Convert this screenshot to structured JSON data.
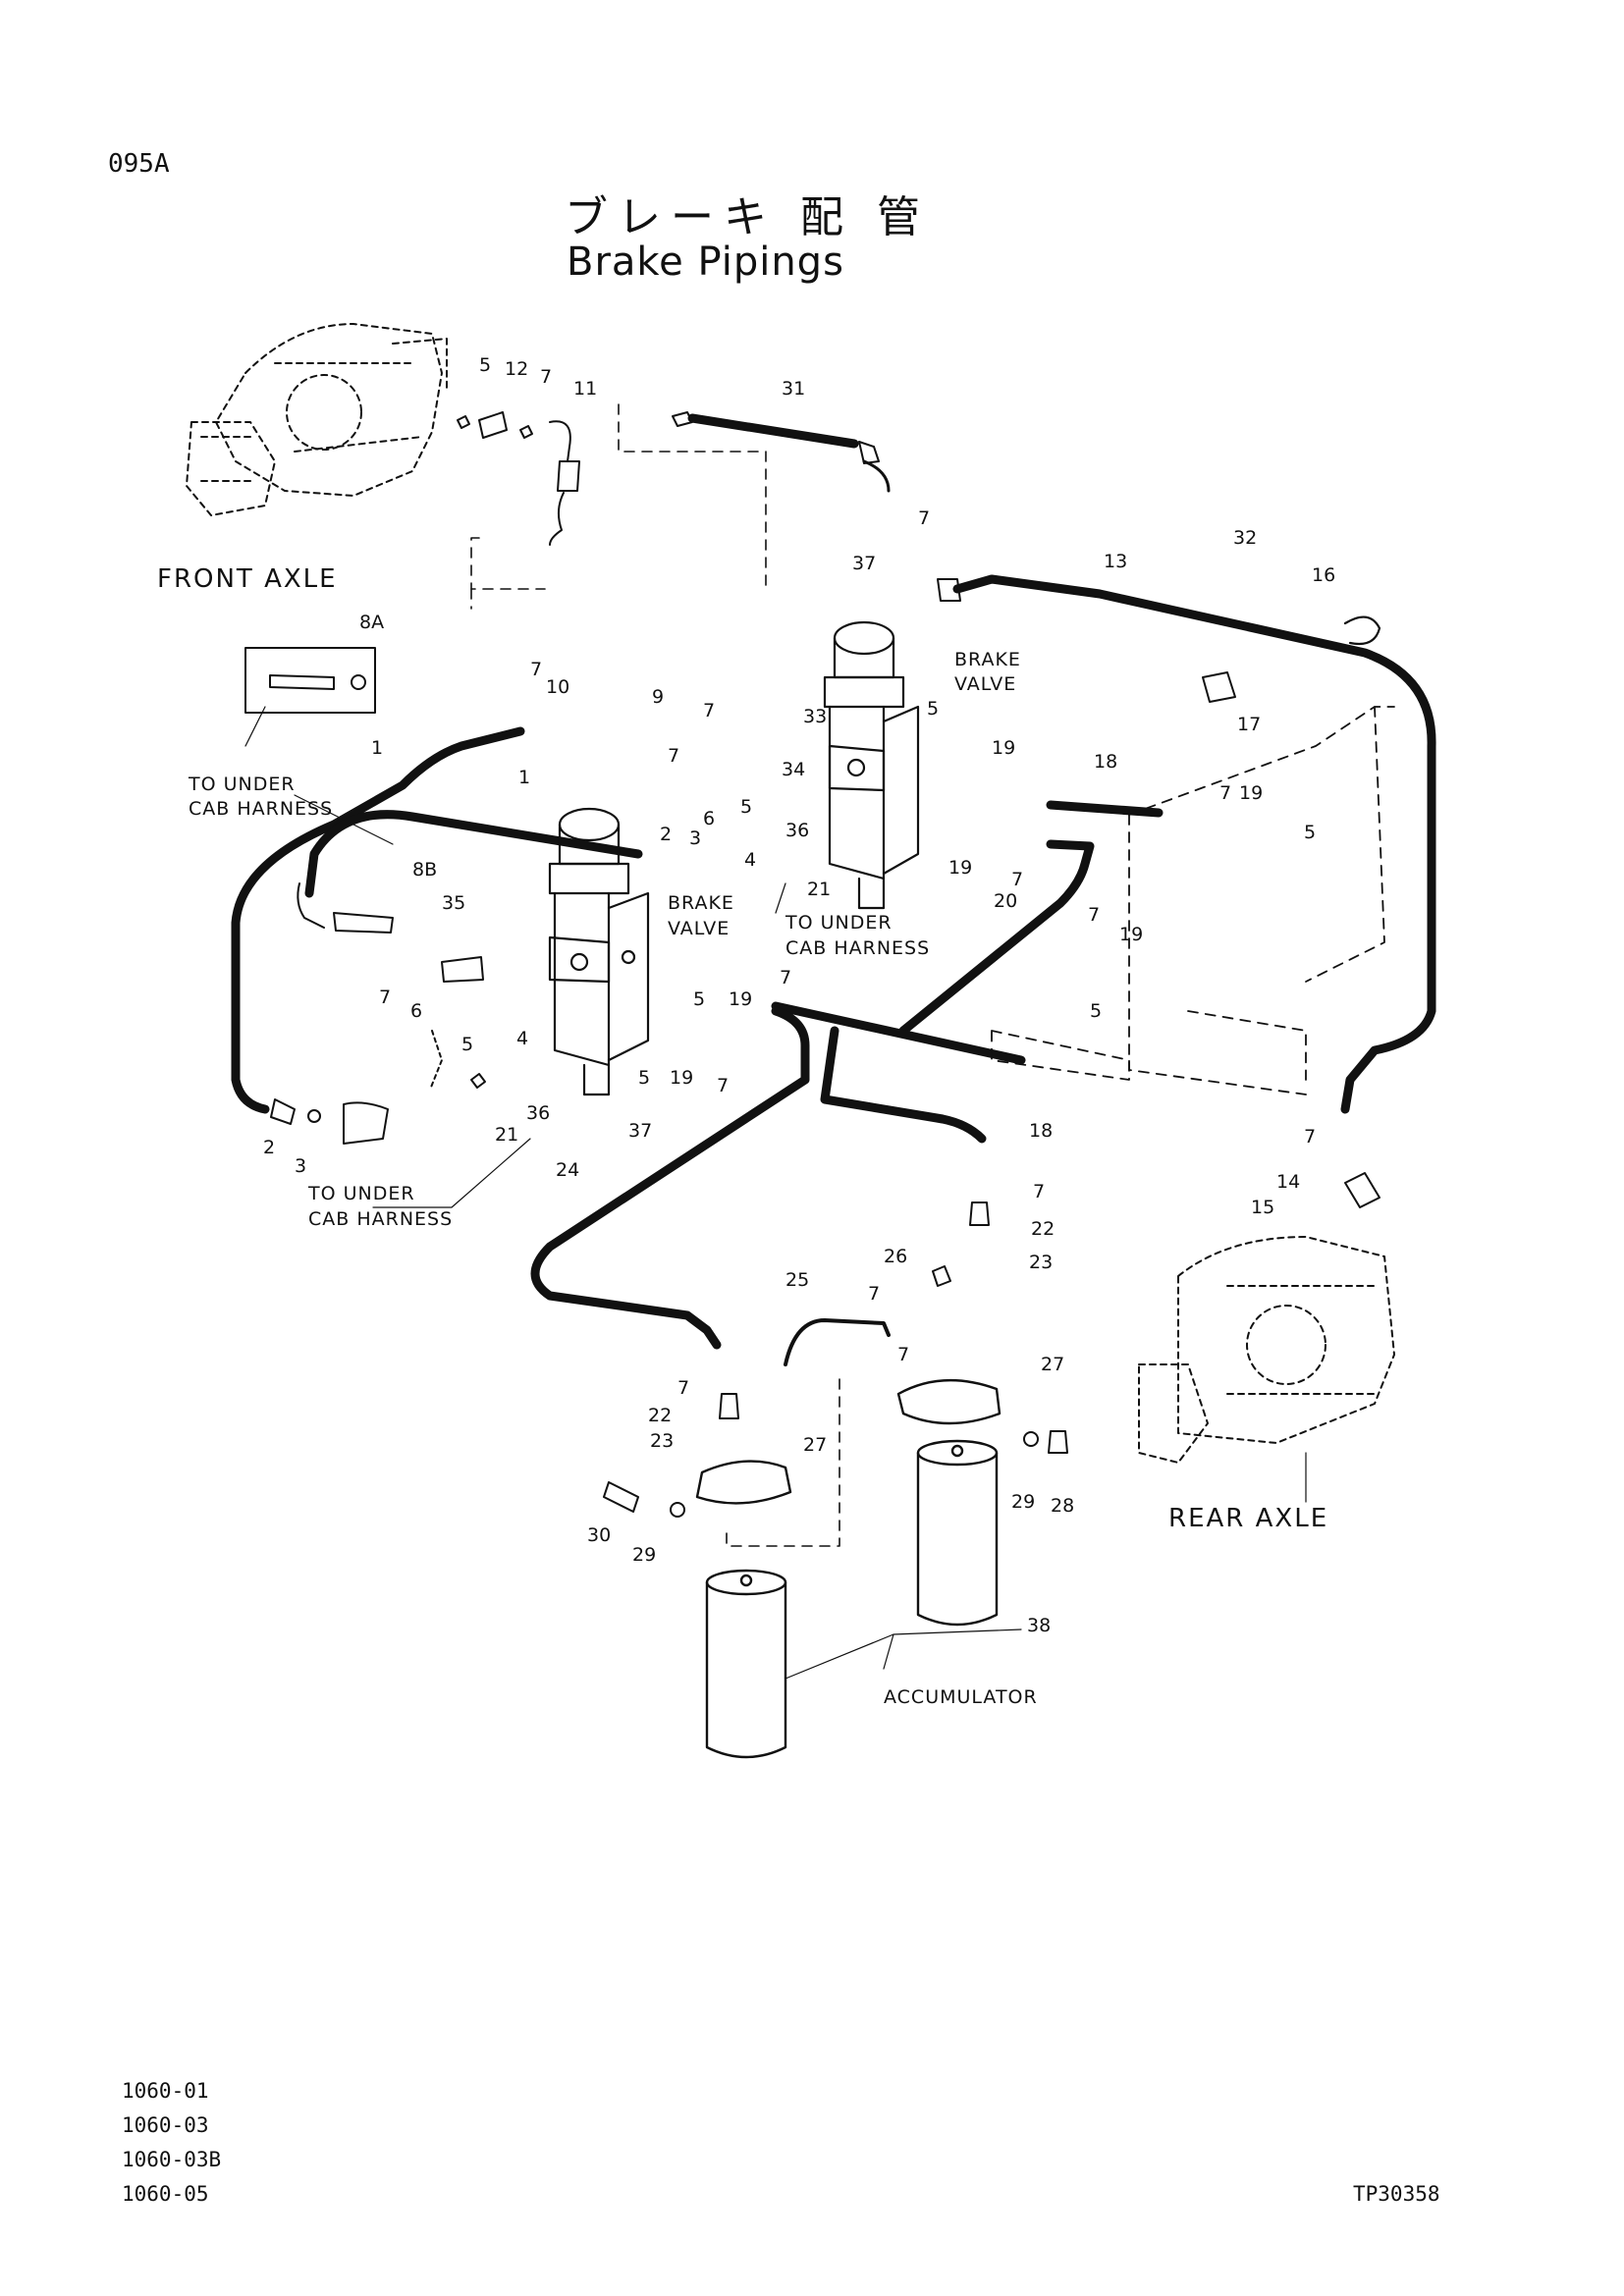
{
  "page_code": "095A",
  "title_jp": "ブレーキ 配 管",
  "title_en": "Brake Pipings",
  "labels": {
    "front_axle": "FRONT AXLE",
    "rear_axle": "REAR AXLE",
    "brake_valve_line1": "BRAKE",
    "brake_valve_line2": "VALVE",
    "to_under_line1": "TO UNDER",
    "cab_harness_line2": "CAB HARNESS",
    "accumulator": "ACCUMULATOR"
  },
  "callouts": {
    "p1": "1",
    "p2": "2",
    "p3": "3",
    "p4": "4",
    "p5": "5",
    "p6": "6",
    "p7": "7",
    "p8a": "8A",
    "p8b": "8B",
    "p9": "9",
    "p10": "10",
    "p11": "11",
    "p12": "12",
    "p13": "13",
    "p14": "14",
    "p15": "15",
    "p16": "16",
    "p17": "17",
    "p18": "18",
    "p19": "19",
    "p20": "20",
    "p21": "21",
    "p22": "22",
    "p23": "23",
    "p24": "24",
    "p25": "25",
    "p26": "26",
    "p27": "27",
    "p28": "28",
    "p29": "29",
    "p30": "30",
    "p31": "31",
    "p32": "32",
    "p33": "33",
    "p34": "34",
    "p35": "35",
    "p36": "36",
    "p37": "37",
    "p38": "38"
  },
  "doc_refs": [
    "1060-01",
    "1060-03",
    "1060-03B",
    "1060-05"
  ],
  "drawing_no": "TP30358"
}
